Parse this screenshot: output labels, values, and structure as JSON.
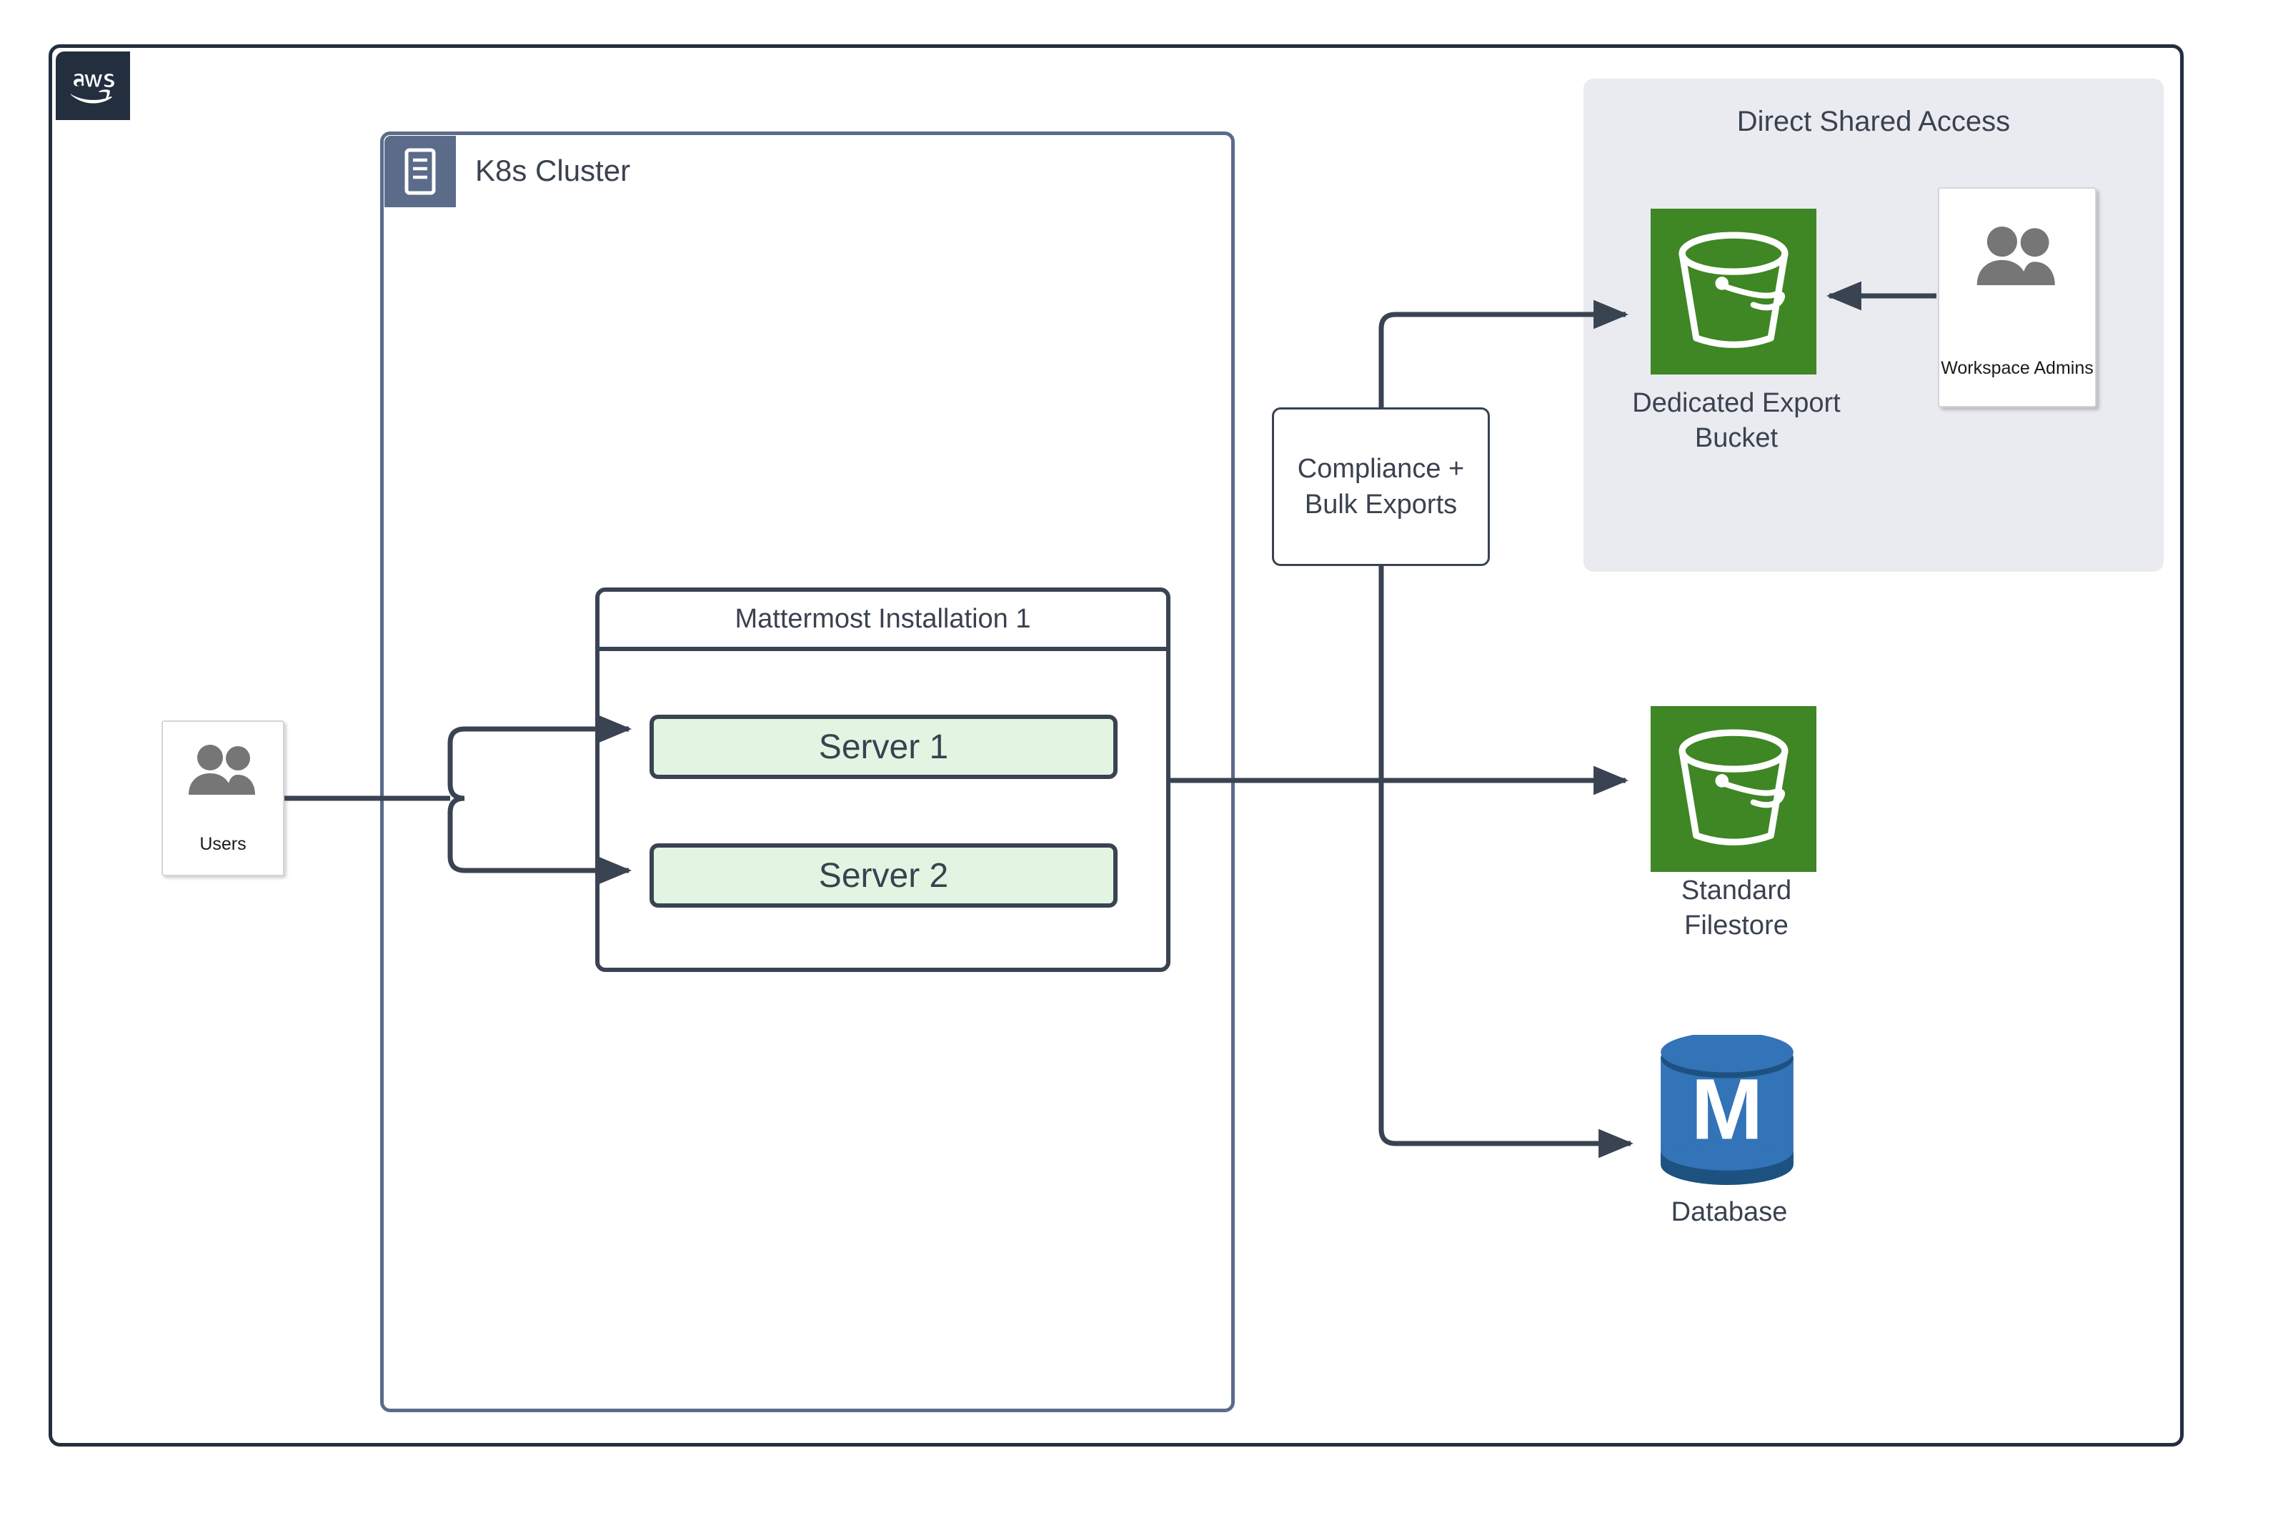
{
  "frame": {
    "cloud_provider": "aws",
    "logo_text": "aws",
    "border_color": "#232F3E"
  },
  "k8s_cluster": {
    "title": "K8s Cluster",
    "icon": "server-rack-icon",
    "border_color": "#5B6B8A"
  },
  "installation": {
    "title": "Mattermost Installation 1",
    "border_color": "#394351",
    "servers": [
      {
        "label": "Server 1",
        "fill": "#E2F5E2"
      },
      {
        "label": "Server 2",
        "fill": "#E2F5E2"
      }
    ]
  },
  "users": {
    "label": "Users",
    "icon": "users-group-icon",
    "icon_color": "#767676"
  },
  "compliance": {
    "line1": "Compliance +",
    "line2": "Bulk Exports"
  },
  "direct_shared_access": {
    "title": "Direct Shared Access",
    "background": "#E9EBF0",
    "export_bucket": {
      "label_line1": "Dedicated Export",
      "label_line2": "Bucket",
      "icon": "s3-bucket-icon",
      "icon_color": "#3F8624"
    },
    "workspace_admins": {
      "label": "Workspace Admins",
      "icon": "users-group-icon",
      "icon_color": "#767676"
    }
  },
  "standard_filestore": {
    "label_line1": "Standard",
    "label_line2": "Filestore",
    "icon": "s3-bucket-icon",
    "icon_color": "#3F8624"
  },
  "database": {
    "label": "Database",
    "icon": "database-cylinder-icon",
    "glyph": "M",
    "icon_color": "#3373B8"
  },
  "connectors": [
    {
      "from": "Users",
      "to": "Server 1",
      "style": "orthogonal-arrow"
    },
    {
      "from": "Users",
      "to": "Server 2",
      "style": "orthogonal-arrow"
    },
    {
      "from": "Mattermost Installation 1",
      "to": "Standard Filestore",
      "style": "straight-arrow"
    },
    {
      "from": "Compliance + Bulk Exports",
      "to": "Dedicated Export Bucket",
      "style": "orthogonal-arrow"
    },
    {
      "from": "Compliance + Bulk Exports",
      "to": "Database",
      "style": "orthogonal-arrow"
    },
    {
      "from": "Workspace Admins",
      "to": "Dedicated Export Bucket",
      "style": "straight-arrow"
    }
  ]
}
